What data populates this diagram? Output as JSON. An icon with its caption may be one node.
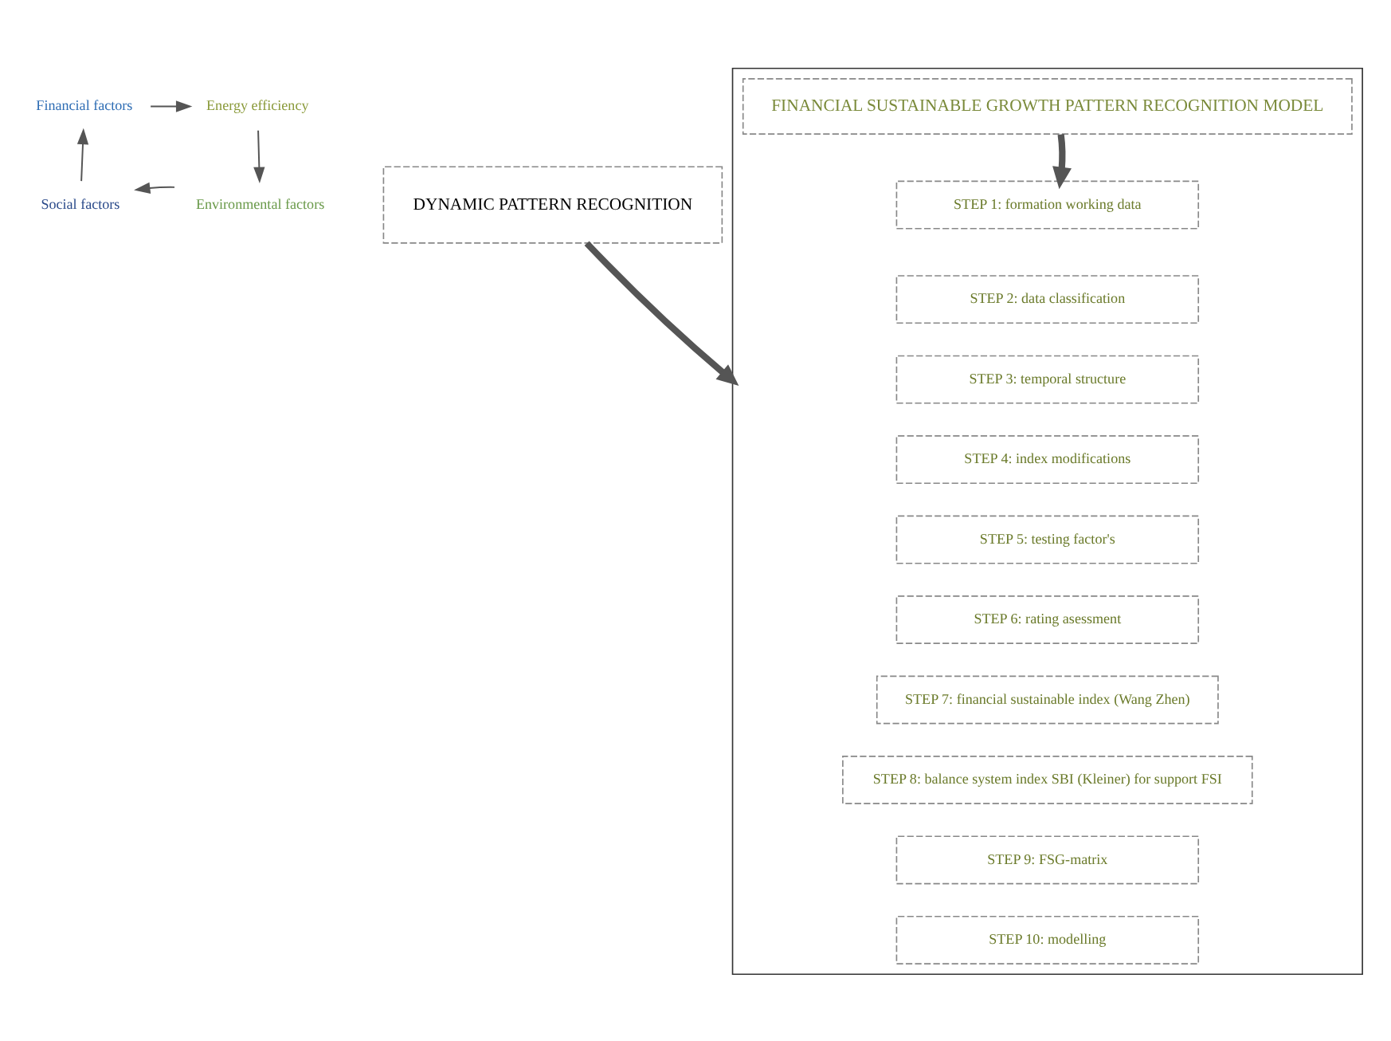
{
  "diagram": {
    "nodes": [
      {
        "text": [
          "Financial factors"
        ]
      },
      {
        "text": [
          "Energy efficiency"
        ]
      },
      {
        "text": [
          "Environmental factors"
        ]
      },
      {
        "text": [
          "Social factors"
        ]
      },
      {
        "text": [
          "DYNAMIC PATTERN RECOGNITION"
        ]
      },
      {
        "text": [],
        "shape": "box"
      },
      {
        "text": [
          "FINANCIAL SUSTAINABLE GROWTH PATTERN RECOGNITION MODEL"
        ],
        "in": 5
      },
      {
        "text": [
          "STEP 1: formation working data"
        ],
        "in": 5
      },
      {
        "text": [
          "STEP 2: data classification"
        ],
        "in": 5
      },
      {
        "text": [
          "STEP 3: temporal structure"
        ],
        "in": 5
      },
      {
        "text": [
          "STEP 4: index modifications"
        ],
        "in": 5
      },
      {
        "text": [
          "STEP 5: testing factor's"
        ],
        "in": 5
      },
      {
        "text": [
          "STEP 6: rating asessment"
        ],
        "in": 5
      },
      {
        "text": [
          "STEP 7: financial sustainable index (Wang Zhen)"
        ],
        "in": 5
      },
      {
        "text": [
          "STEP 8: balance system index SBI (Kleiner) for support FSI"
        ],
        "in": 5
      },
      {
        "text": [
          "STEP 9: FSG-matrix"
        ],
        "in": 5
      },
      {
        "text": [
          "STEP 10: modelling"
        ],
        "in": 5
      }
    ],
    "edges": [
      {
        "from": 0,
        "to": 1,
        "arrow": "to"
      },
      {
        "from": 1,
        "to": 2,
        "arrow": "to"
      },
      {
        "from": 2,
        "to": 3,
        "arrow": "to"
      },
      {
        "from": 3,
        "to": 0,
        "arrow": "to"
      },
      {
        "from": 4,
        "to": 5,
        "arrow": "to",
        "style": "thick"
      },
      {
        "from": 6,
        "to": 7,
        "arrow": "to",
        "style": "thick"
      }
    ]
  }
}
